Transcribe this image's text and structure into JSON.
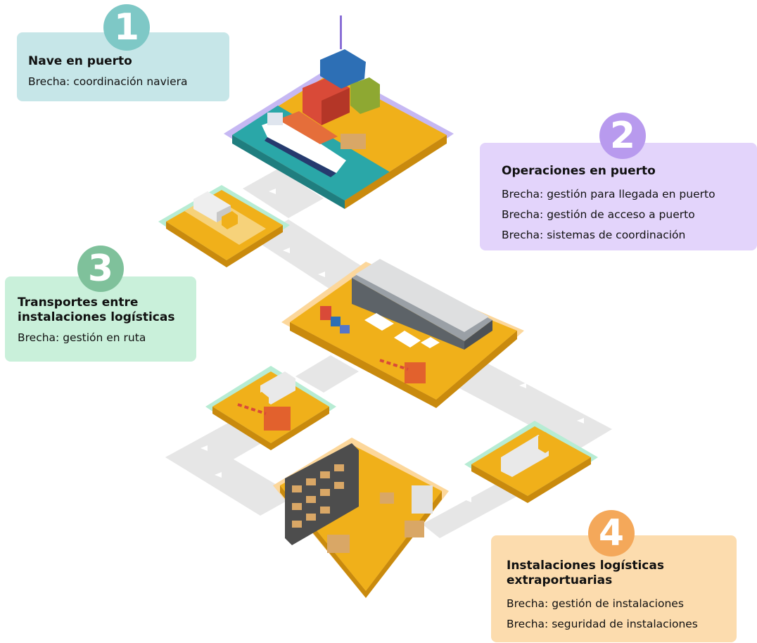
{
  "stages": [
    {
      "number": "1",
      "title": "Nave en puerto",
      "gaps": [
        "Brecha: coordinación naviera"
      ],
      "color": "#c6e6e8",
      "badge_color": "#7ec8c6"
    },
    {
      "number": "2",
      "title": "Operaciones en puerto",
      "gaps": [
        "Brecha: gestión para llegada en puerto",
        "Brecha: gestión de acceso a puerto",
        "Brecha: sistemas de coordinación"
      ],
      "color": "#e3d4fb",
      "badge_color": "#b89aee"
    },
    {
      "number": "3",
      "title": "Transportes entre instalaciones logísticas",
      "gaps": [
        "Brecha: gestión en ruta"
      ],
      "color": "#c9f0da",
      "badge_color": "#7fc19b"
    },
    {
      "number": "4",
      "title": "Instalaciones logísticas extraportuarias",
      "gaps": [
        "Brecha: gestión de instalaciones",
        "Brecha: seguridad de instalaciones"
      ],
      "color": "#fcdcae",
      "badge_color": "#f4a85a"
    }
  ],
  "illustration": {
    "road_color": "#e6e6e6",
    "platform_color": "#f0b01a",
    "water_color": "#2aa7a8",
    "tiles": [
      "port-with-ship-tile",
      "truck-road-tile",
      "distribution-center-tile",
      "gate-checkpoint-tile",
      "warehouse-interior-tile",
      "truck-highway-tile"
    ]
  }
}
